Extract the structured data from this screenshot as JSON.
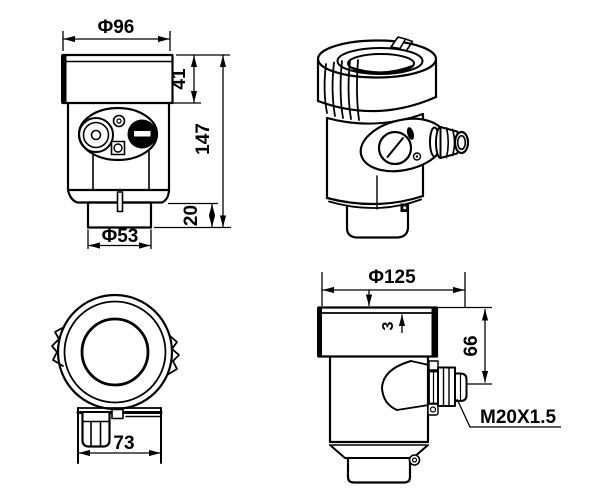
{
  "colors": {
    "background": "#ffffff",
    "line": "#000000"
  },
  "views": {
    "front": {
      "dim_top_diameter": "Φ96",
      "dim_lid_height": "41",
      "dim_total_height": "147",
      "dim_neck_height": "20",
      "dim_antenna_diameter": "Φ53"
    },
    "top": {
      "dim_body_width": "73"
    },
    "side": {
      "dim_lid_diameter": "Φ125",
      "dim_rim_thickness": "3",
      "dim_height_to_gland": "66",
      "dim_cable_gland_thread": "M20X1.5"
    }
  }
}
